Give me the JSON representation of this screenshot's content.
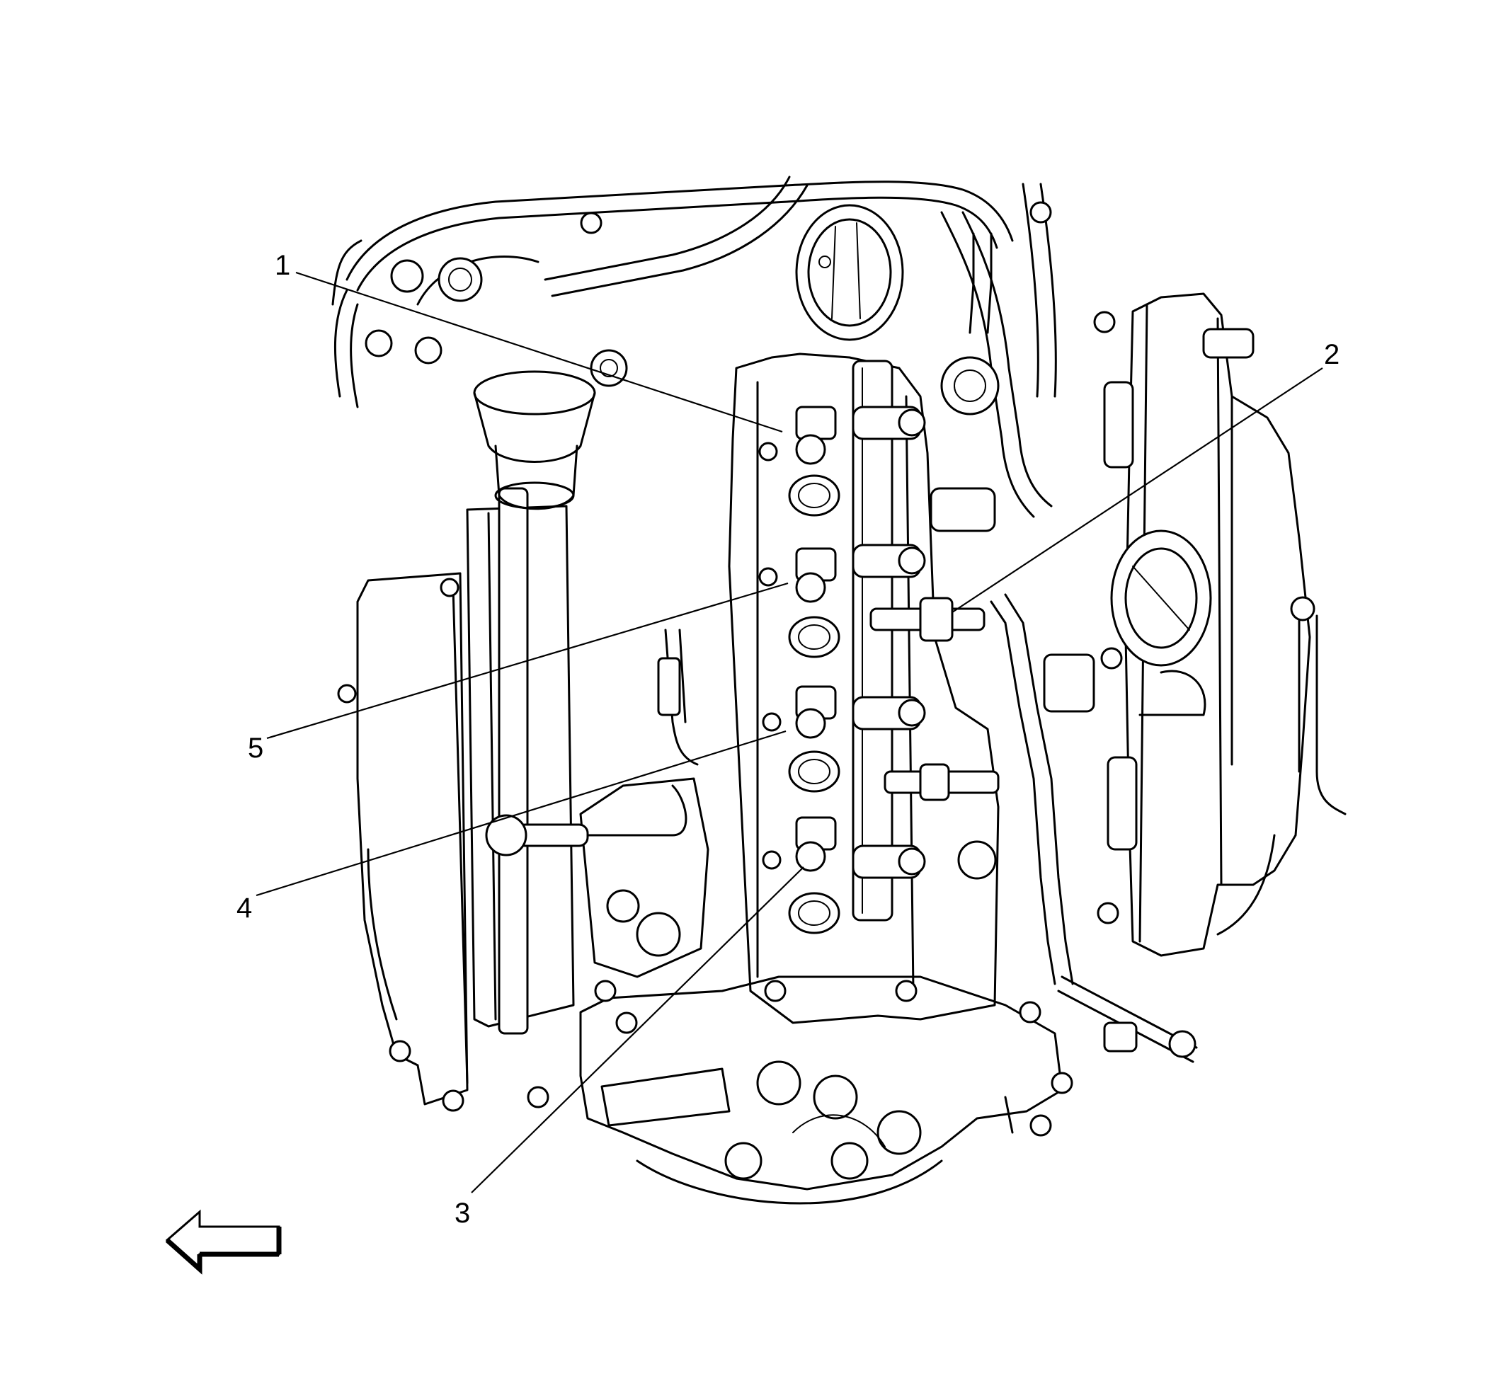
{
  "callouts": [
    {
      "id": "1",
      "label": "1"
    },
    {
      "id": "2",
      "label": "2"
    },
    {
      "id": "3",
      "label": "3"
    },
    {
      "id": "4",
      "label": "4"
    },
    {
      "id": "5",
      "label": "5"
    }
  ],
  "icons": {
    "direction_arrow": "left-arrow-icon"
  }
}
